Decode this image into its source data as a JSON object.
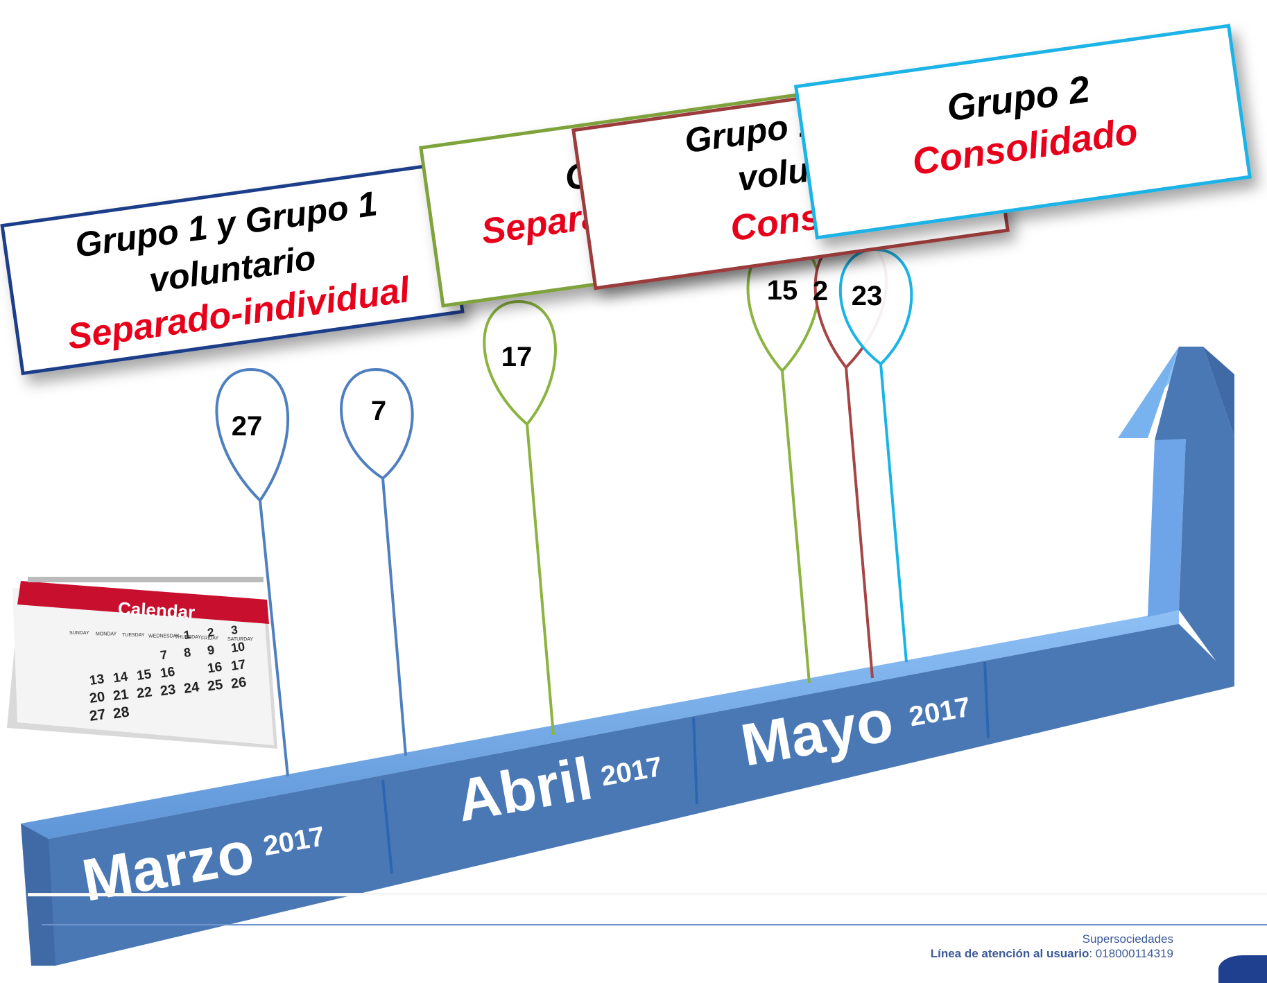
{
  "months": [
    {
      "name": "Marzo",
      "year": "2017"
    },
    {
      "name": "Abril",
      "year": "2017"
    },
    {
      "name": "Mayo",
      "year": "2017"
    }
  ],
  "pins": [
    {
      "day": "27",
      "color": "#4f7fbf"
    },
    {
      "day": "7",
      "color": "#4f7fbf"
    },
    {
      "day": "17",
      "color": "#8bb33f"
    },
    {
      "day": "15",
      "color": "#8bb33f"
    },
    {
      "day": "2",
      "color": "#a54545"
    },
    {
      "day": "23",
      "color": "#1ab3e6"
    }
  ],
  "cards": [
    {
      "line1": "Grupo 1 y Grupo 1",
      "line2": "voluntario",
      "line3": "Separado-individual",
      "border": "#1f3d8a"
    },
    {
      "line1": "G",
      "line2": "",
      "line3": "Separa",
      "border": "#7fa33a"
    },
    {
      "line1": "Grupo 1 y G",
      "line2": "volunt",
      "line3": "Consoli",
      "border": "#9b3a3a"
    },
    {
      "line1": "Grupo 2",
      "line2": "",
      "line3": "Consolidado",
      "border": "#1ab3e6"
    }
  ],
  "calendar": {
    "title": "Calendar",
    "weekdays": [
      "SUNDAY",
      "MONDAY",
      "TUESDAY",
      "WEDNESDAY",
      "THURSDAY",
      "FRIDAY",
      "SATURDAY"
    ],
    "rows": [
      [
        "",
        "",
        "",
        "",
        "1",
        "2",
        "3"
      ],
      [
        "",
        "",
        "",
        "7",
        "8",
        "9",
        "10"
      ],
      [
        "13",
        "14",
        "15",
        "16",
        "",
        "16",
        "17"
      ],
      [
        "20",
        "21",
        "22",
        "23",
        "24",
        "25",
        "26"
      ],
      [
        "27",
        "28",
        "",
        "",
        "",
        "",
        ""
      ]
    ]
  },
  "footer": {
    "org": "Supersociedades",
    "phone_label": "Línea de atención al usuario",
    "phone_value": ": 018000114319"
  },
  "colors": {
    "arrow": "#4a78b5",
    "arrow_light": "#6fa4e6",
    "value_text": "#e8001b"
  }
}
